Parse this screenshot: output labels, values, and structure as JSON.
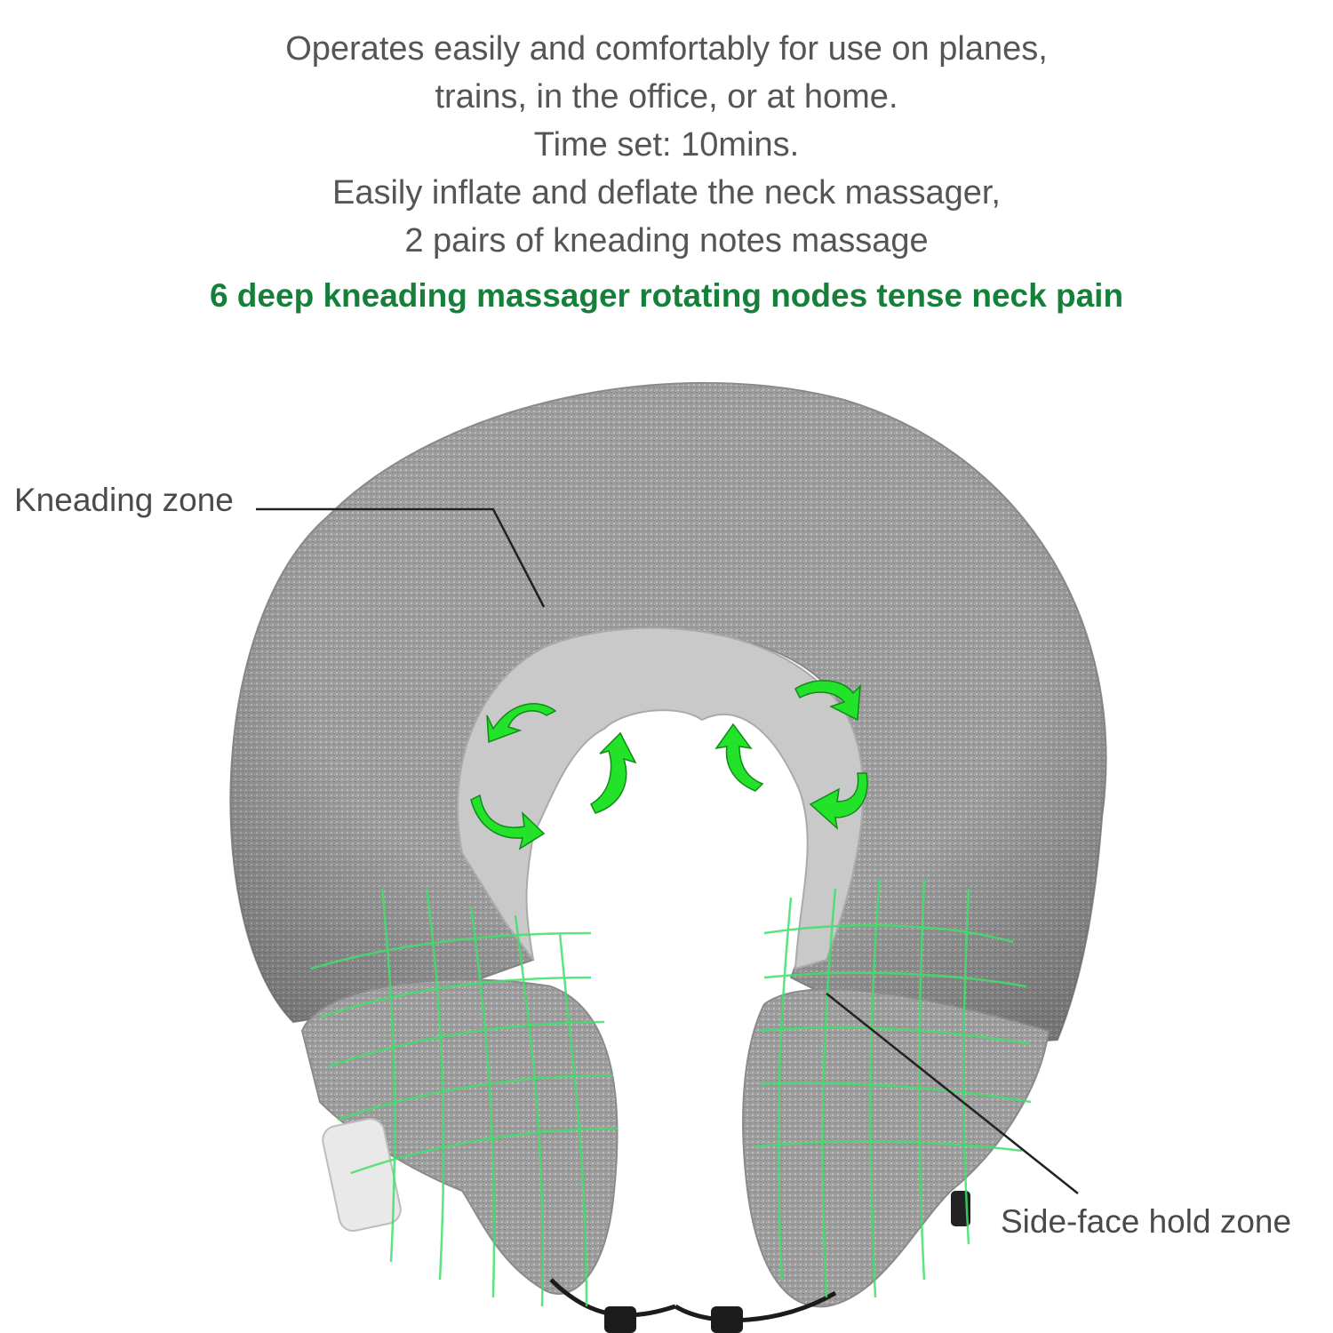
{
  "description": {
    "lines": [
      "Operates easily and comfortably for use on planes,",
      "trains, in the office, or at home.",
      "Time set: 10mins.",
      "Easily inflate and deflate the neck massager,",
      "2 pairs of kneading notes massage"
    ]
  },
  "headline": "6 deep kneading massager rotating nodes tense neck pain",
  "callouts": {
    "kneading_zone": "Kneading zone",
    "side_face_hold_zone": "Side-face hold zone"
  },
  "colors": {
    "body_text": "#555555",
    "headline": "#16803a",
    "pillow_fabric": "#9a9a9a",
    "inner_liner": "#c9c9c9",
    "arrow_green": "#22e32a",
    "grid_green": "#3fe06a"
  },
  "icons": {
    "rotation_arrows": "curved-arrow-icon",
    "control_button": "button-icon"
  }
}
